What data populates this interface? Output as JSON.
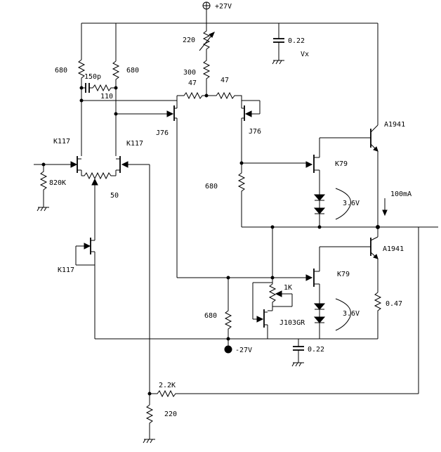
{
  "labels": {
    "vplus": "+27V",
    "vminus": "-27V",
    "r_220_top": "220",
    "c_022_top": "0.22",
    "vx": "Vx",
    "r_680_left": "680",
    "c_150p": "150p",
    "r_680_mid": "680",
    "r_110": "110",
    "r_300": "300",
    "r_47_left": "47",
    "r_47_right": "47",
    "j76_left": "J76",
    "j76_right": "J76",
    "k117_left": "K117",
    "k117_right": "K117",
    "r_820k": "820K",
    "r_50": "50",
    "k117_bottom": "K117",
    "r_680_center": "680",
    "a1941_top": "A1941",
    "k79_top": "K79",
    "led_top": "3.6V",
    "current": "100mA",
    "a1941_bottom": "A1941",
    "k79_bottom": "K79",
    "pot_1k": "1K",
    "j103": "J103GR",
    "led_bottom": "3.6V",
    "r_047": "0.47",
    "r_680_bottom": "680",
    "c_022_bottom": "0.22",
    "r_2k2": "2.2K",
    "r_220_bottom": "220"
  }
}
